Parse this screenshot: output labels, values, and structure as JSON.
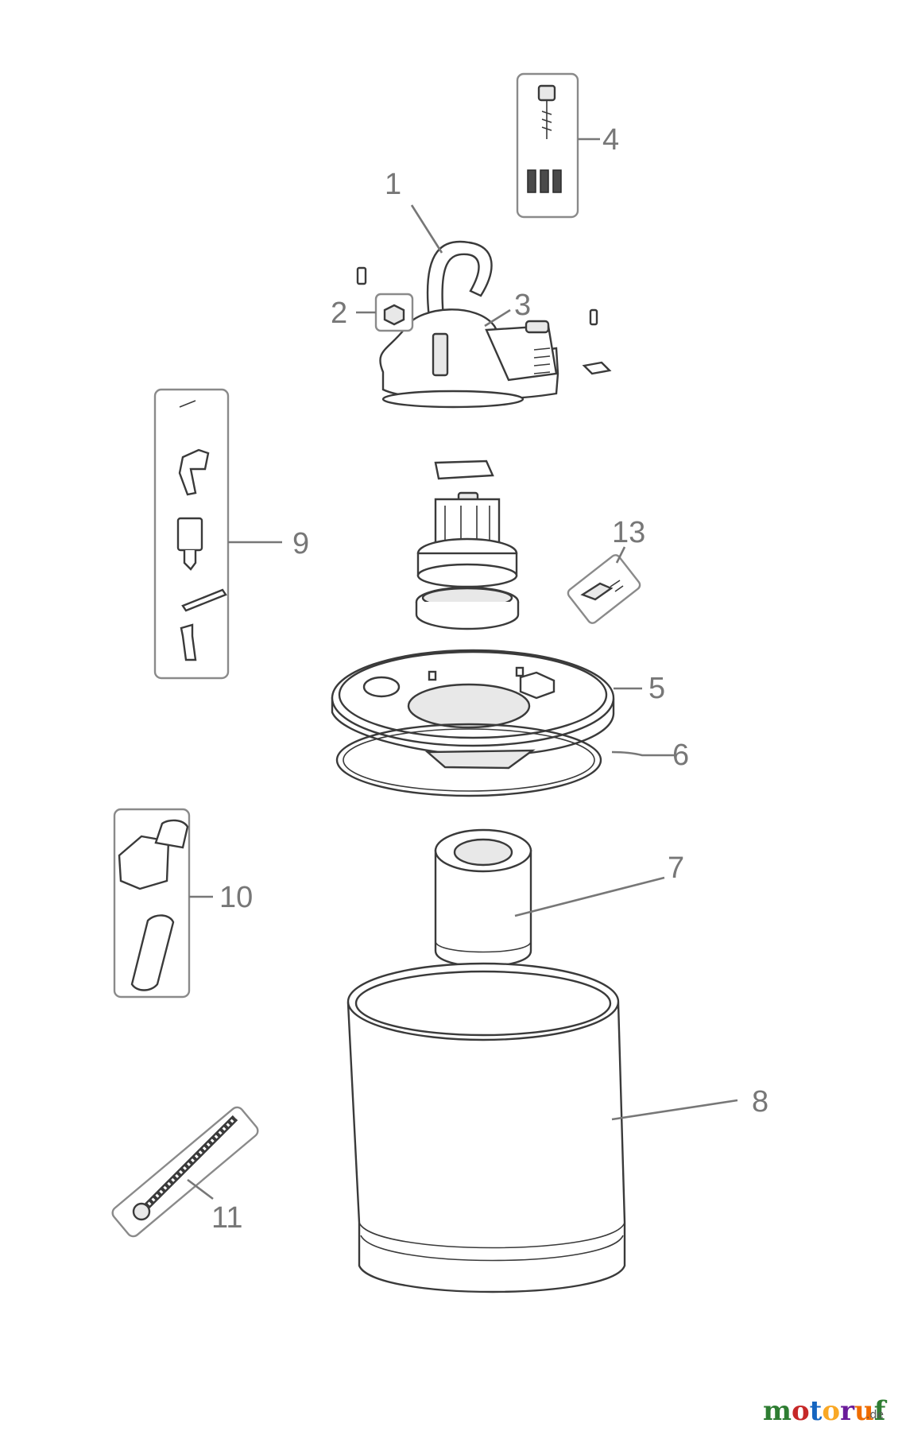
{
  "labels": {
    "p1": "1",
    "p2": "2",
    "p3": "3",
    "p4": "4",
    "p5": "5",
    "p6": "6",
    "p7": "7",
    "p8": "8",
    "p9": "9",
    "p10": "10",
    "p11": "11",
    "p13": "13"
  },
  "watermark": {
    "letters": [
      "m",
      "o",
      "t",
      "o",
      "r",
      "u",
      "f"
    ],
    "letter_colors": [
      "#2e7d32",
      "#c62828",
      "#1565c0",
      "#f9a825",
      "#6a1b9a",
      "#ef6c00",
      "#2e7d32"
    ],
    "suffix": ".de"
  },
  "colors": {
    "label": "#777777",
    "outline": "#3a3a3a",
    "box": "#8a8a8a"
  }
}
